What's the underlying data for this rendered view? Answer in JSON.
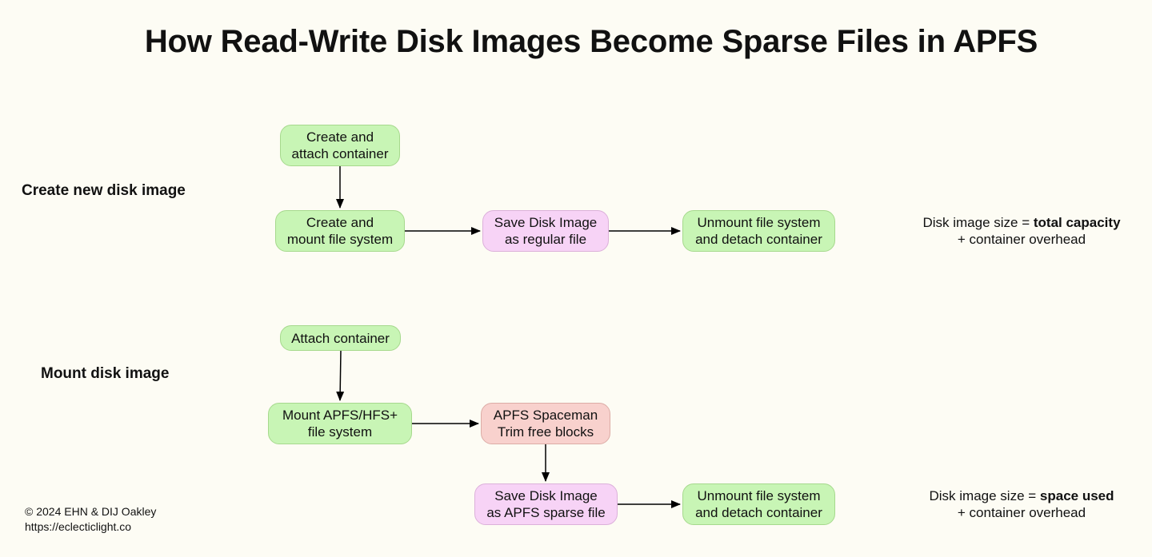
{
  "title": "How Read-Write Disk Images Become Sparse Files in APFS",
  "sections": {
    "create": {
      "label": "Create new disk image",
      "create_attach": "Create and\nattach container",
      "create_mount": "Create and\nmount file system",
      "save_regular": "Save Disk Image\nas regular file",
      "unmount": "Unmount file system\nand detach container",
      "note_prefix": "Disk image size = ",
      "note_bold": "total capacity",
      "note_suffix": "+ container overhead"
    },
    "mount": {
      "label": "Mount disk image",
      "attach": "Attach container",
      "mount_fs": "Mount APFS/HFS+\nfile system",
      "spaceman": "APFS Spaceman\nTrim free blocks",
      "save_sparse": "Save Disk Image\nas APFS sparse file",
      "unmount": "Unmount file system\nand detach container",
      "note_prefix": "Disk image size = ",
      "note_bold": "space used",
      "note_suffix": "+ container overhead"
    }
  },
  "footer": {
    "copyright": "© 2024 EHN & DIJ Oakley",
    "url": "https://eclecticlight.co"
  },
  "colors": {
    "background": "#fdfcf4",
    "green": "#c8f5b5",
    "pink": "#f7d3f6",
    "red": "#f8d1cd"
  }
}
